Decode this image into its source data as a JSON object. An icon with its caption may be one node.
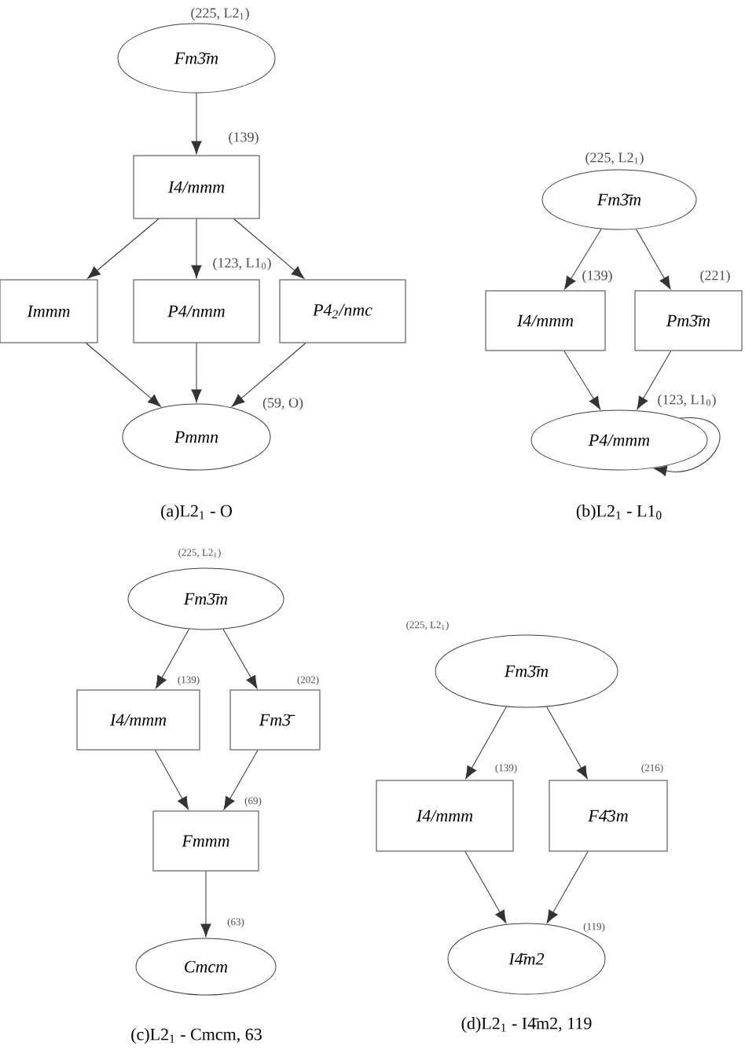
{
  "diagram": {
    "nodes": [
      {
        "text": [
          "Fm3̄m"
        ],
        "beside": [
          "(225, L2$_{1}$)"
        ]
      },
      {
        "text": [
          "I4/mmm"
        ],
        "beside": [
          "(139)"
        ]
      },
      {
        "text": [
          "Immm"
        ]
      },
      {
        "text": [
          "P4/nmm"
        ],
        "beside": [
          "(123, L1$_{0}$)"
        ]
      },
      {
        "text": [
          "P4$_{2}$/nmc"
        ]
      },
      {
        "text": [
          "Pmmn"
        ],
        "beside": [
          "(59, O)"
        ]
      },
      {
        "text": [
          "Fm3̄m"
        ],
        "beside": [
          "(225, L2$_{1}$)"
        ]
      },
      {
        "text": [
          "I4/mmm"
        ],
        "beside": [
          "(139)"
        ]
      },
      {
        "text": [
          "Pm3̄m"
        ],
        "beside": [
          "(221)"
        ]
      },
      {
        "text": [
          "P4/mmm"
        ],
        "beside": [
          "(123, L1$_{0}$)"
        ]
      },
      {
        "text": [
          "Fm3̄m"
        ],
        "beside": [
          "(225, L2$_{1}$)"
        ]
      },
      {
        "text": [
          "I4/mmm"
        ],
        "beside": [
          "(139)"
        ]
      },
      {
        "text": [
          "Fm3̄"
        ],
        "beside": [
          "(202)"
        ]
      },
      {
        "text": [
          "Fmmm"
        ],
        "beside": [
          "(69)"
        ]
      },
      {
        "text": [
          "Cmcm"
        ],
        "beside": [
          "(63)"
        ]
      },
      {
        "text": [
          "Fm3̄m"
        ],
        "beside": [
          "(225, L2$_{1}$)"
        ]
      },
      {
        "text": [
          "I4/mmm"
        ],
        "beside": [
          "(139)"
        ]
      },
      {
        "text": [
          "F4̄3m"
        ],
        "beside": [
          "(216)"
        ]
      },
      {
        "text": [
          "I4̄m2"
        ],
        "beside": [
          "(119)"
        ]
      }
    ],
    "edges": [
      {
        "from": 0,
        "to": 1,
        "arrow": "to"
      },
      {
        "from": 1,
        "to": 2,
        "arrow": "to"
      },
      {
        "from": 1,
        "to": 3,
        "arrow": "to"
      },
      {
        "from": 1,
        "to": 4,
        "arrow": "to"
      },
      {
        "from": 2,
        "to": 5,
        "arrow": "to"
      },
      {
        "from": 3,
        "to": 5,
        "arrow": "to"
      },
      {
        "from": 4,
        "to": 5,
        "arrow": "to"
      },
      {
        "from": 6,
        "to": 7,
        "arrow": "to"
      },
      {
        "from": 6,
        "to": 8,
        "arrow": "to"
      },
      {
        "from": 7,
        "to": 9,
        "arrow": "to"
      },
      {
        "from": 8,
        "to": 9,
        "arrow": "to"
      },
      {
        "from": 9,
        "to": 9,
        "arrow": "to"
      },
      {
        "from": 10,
        "to": 11,
        "arrow": "to"
      },
      {
        "from": 10,
        "to": 12,
        "arrow": "to"
      },
      {
        "from": 11,
        "to": 13,
        "arrow": "to"
      },
      {
        "from": 12,
        "to": 13,
        "arrow": "to"
      },
      {
        "from": 13,
        "to": 14,
        "arrow": "to"
      },
      {
        "from": 15,
        "to": 16,
        "arrow": "to"
      },
      {
        "from": 15,
        "to": 17,
        "arrow": "to"
      },
      {
        "from": 16,
        "to": 18,
        "arrow": "to"
      },
      {
        "from": 17,
        "to": 18,
        "arrow": "to"
      }
    ],
    "labels": [
      "(a)L2$_{1}$ - O",
      "(b)L2$_{1}$ - L1$_{0}$",
      "(c)L2$_{1}$ - Cmcm, 63",
      "(d)L2$_{1}$ - I4̄m2, 119"
    ]
  }
}
